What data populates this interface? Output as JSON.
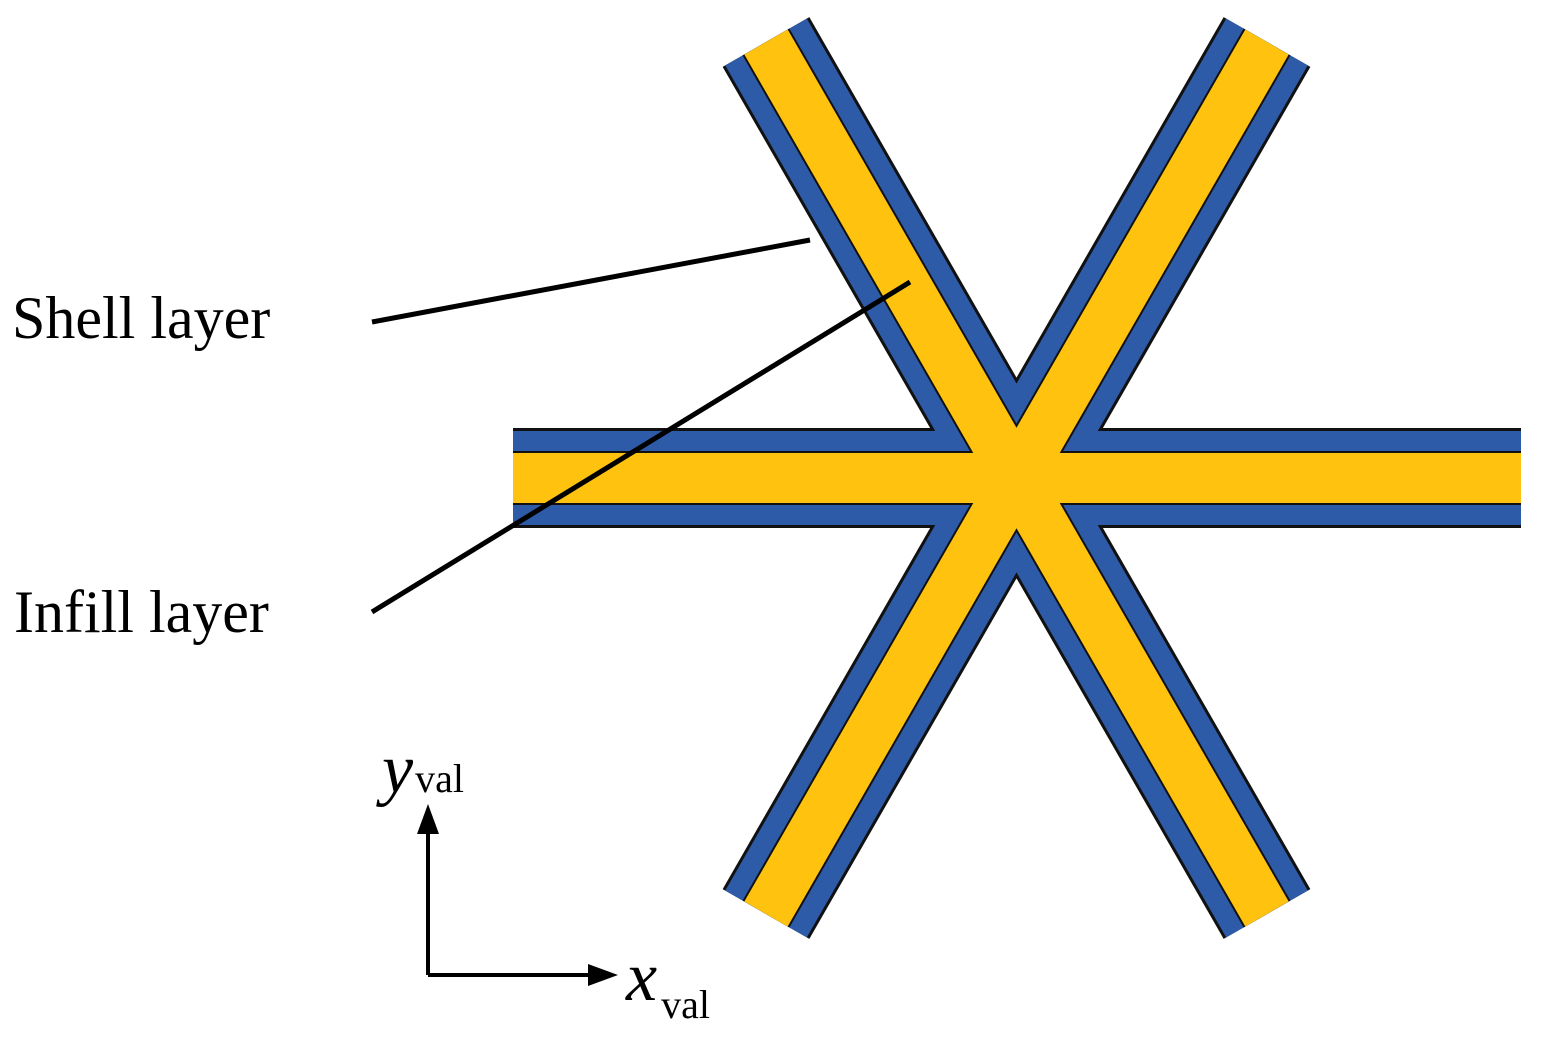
{
  "colors": {
    "shell": "#2E5BA8",
    "infill": "#FFC20E",
    "outline": "#111111",
    "leader": "#000000",
    "background": "#FFFFFF"
  },
  "labels": {
    "shell_layer": "Shell layer",
    "infill_layer": "Infill layer"
  },
  "axes": {
    "y_var": "y",
    "y_sub": "val",
    "x_var": "x",
    "x_sub": "val"
  }
}
